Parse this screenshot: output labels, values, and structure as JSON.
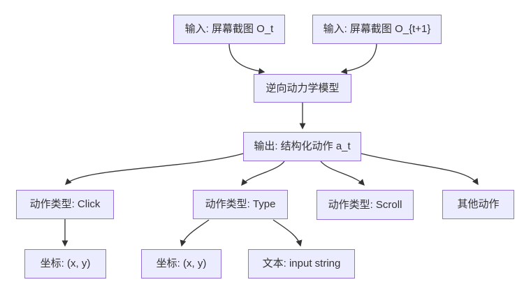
{
  "diagram": {
    "type": "flowchart",
    "direction": "top-down",
    "colors": {
      "node_fill": "#ECECFF",
      "node_border": "#9370DB",
      "edge": "#333333",
      "text": "#333333",
      "background": "#ffffff"
    },
    "nodes": {
      "input_t": {
        "label": "输入: 屏幕截图 O_t"
      },
      "input_t1": {
        "label": "输入: 屏幕截图 O_{t+1}"
      },
      "idm": {
        "label": "逆向动力学模型"
      },
      "output": {
        "label": "输出: 结构化动作 a_t"
      },
      "click": {
        "label": "动作类型: Click"
      },
      "type": {
        "label": "动作类型: Type"
      },
      "scroll": {
        "label": "动作类型: Scroll"
      },
      "other": {
        "label": "其他动作"
      },
      "coord_click": {
        "label": "坐标: (x, y)"
      },
      "coord_type": {
        "label": "坐标: (x, y)"
      },
      "text_input": {
        "label": "文本: input string"
      }
    },
    "edges": [
      {
        "from": "input_t",
        "to": "idm"
      },
      {
        "from": "input_t1",
        "to": "idm"
      },
      {
        "from": "idm",
        "to": "output"
      },
      {
        "from": "output",
        "to": "click"
      },
      {
        "from": "output",
        "to": "type"
      },
      {
        "from": "output",
        "to": "scroll"
      },
      {
        "from": "output",
        "to": "other"
      },
      {
        "from": "click",
        "to": "coord_click"
      },
      {
        "from": "type",
        "to": "coord_type"
      },
      {
        "from": "type",
        "to": "text_input"
      }
    ]
  }
}
